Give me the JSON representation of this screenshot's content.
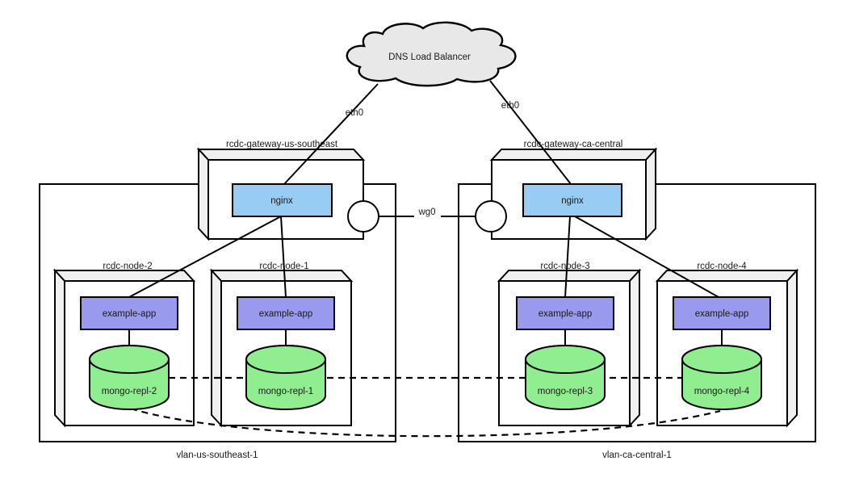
{
  "diagram": {
    "cloud": {
      "label": "DNS Load Balancer"
    },
    "interfaces": {
      "eth0_left": "eth0",
      "eth0_right": "eth0",
      "wg0": "wg0"
    },
    "gateways": [
      {
        "name": "rcdc-gateway-us-southeast",
        "service": "nginx"
      },
      {
        "name": "rcdc-gateway-ca-central",
        "service": "nginx"
      }
    ],
    "vlans": [
      {
        "name": "vlan-us-southeast-1"
      },
      {
        "name": "vlan-ca-central-1"
      }
    ],
    "nodes": [
      {
        "name": "rcdc-node-2",
        "app": "example-app",
        "db": "mongo-repl-2"
      },
      {
        "name": "rcdc-node-1",
        "app": "example-app",
        "db": "mongo-repl-1"
      },
      {
        "name": "rcdc-node-3",
        "app": "example-app",
        "db": "mongo-repl-3"
      },
      {
        "name": "rcdc-node-4",
        "app": "example-app",
        "db": "mongo-repl-4"
      }
    ],
    "colors": {
      "nginx_fill": "#99ccf2",
      "app_fill": "#9999ee",
      "db_fill": "#90ee90",
      "cloud_fill": "#e8e8e8",
      "bevel_fill": "#f0f0f0",
      "face_fill": "#ffffff",
      "stroke": "#000000",
      "text": "#1a1a1a"
    }
  }
}
